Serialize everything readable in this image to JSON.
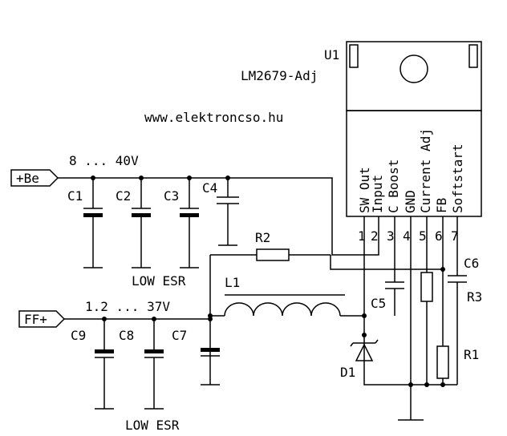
{
  "chip": {
    "ref": "U1",
    "part": "LM2679-Adj",
    "pins": [
      {
        "num": "1",
        "name": "SW Out"
      },
      {
        "num": "2",
        "name": "Input"
      },
      {
        "num": "3",
        "name": "C Boost"
      },
      {
        "num": "4",
        "name": "GND"
      },
      {
        "num": "5",
        "name": "Current Adj"
      },
      {
        "num": "6",
        "name": "FB"
      },
      {
        "num": "7",
        "name": "Softstart"
      }
    ]
  },
  "website": "www.elektroncso.hu",
  "ports": {
    "input": "+Be",
    "output": "FF+"
  },
  "voltages": {
    "input": "8 ... 40V",
    "output": "1.2 ... 37V"
  },
  "esr_notes": {
    "top": "LOW ESR",
    "bottom": "LOW ESR"
  },
  "components": {
    "C1": "C1",
    "C2": "C2",
    "C3": "C3",
    "C4": "C4",
    "C5": "C5",
    "C6": "C6",
    "C7": "C7",
    "C8": "C8",
    "C9": "C9",
    "R1": "R1",
    "R2": "R2",
    "R3": "R3",
    "L1": "L1",
    "D1": "D1"
  }
}
